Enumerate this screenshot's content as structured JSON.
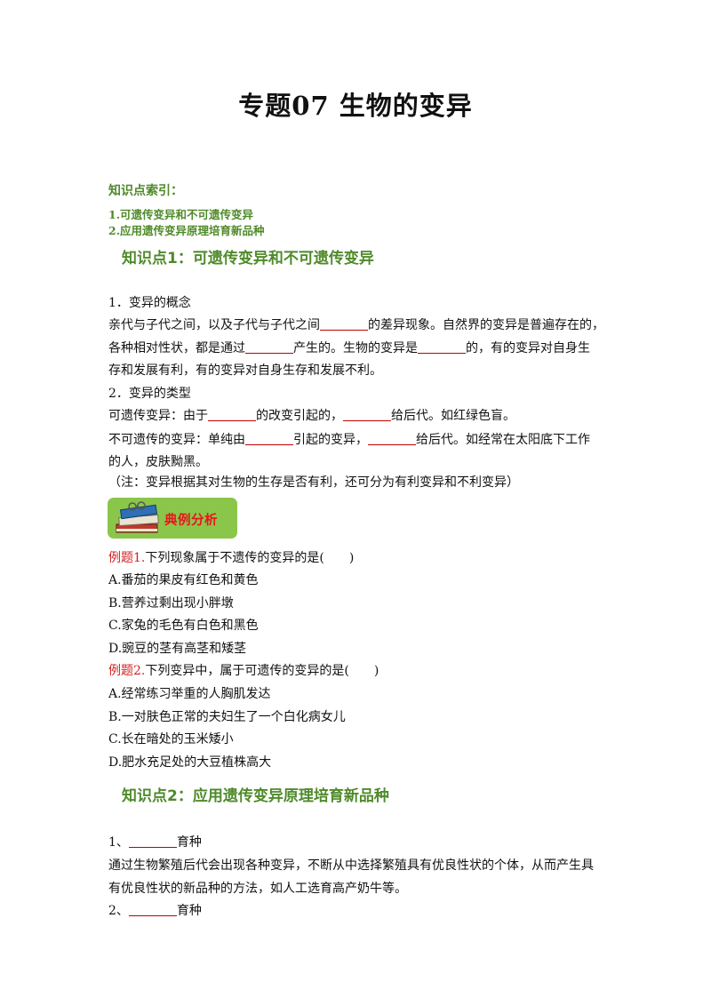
{
  "title": "专题07  生物的变异",
  "index": {
    "heading": "知识点索引：",
    "items": [
      "1.可遗传变异和不可遗传变异",
      "2.应用遗传变异原理培育新品种"
    ]
  },
  "section1": {
    "heading": "知识点1：可遗传变异和不可遗传变异",
    "concept_title": "1．变异的概念",
    "concept_l1_a": "亲代与子代之间，以及子代与子代之间",
    "concept_l1_b": "的差异现象。自然界的变异是普遍存在的，",
    "concept_l2_a": "各种相对性状，都是通过",
    "concept_l2_b": "产生的。生物的变异是",
    "concept_l2_c": "的，有的变异对自身生",
    "concept_l3": "存和发展有利，有的变异对自身生存和发展不利。",
    "types_title": "2．变异的类型",
    "heritable_a": "可遗传变异：由于",
    "heritable_b": "的改变引起的，",
    "heritable_c": "给后代。如红绿色盲。",
    "nonheritable_a": "不可遗传的变异：单纯由",
    "nonheritable_b": "引起的变异，",
    "nonheritable_c": "给后代。如经常在太阳底下工作",
    "nonheritable_l2": "的人，皮肤黝黑。",
    "note": "（注：变异根据其对生物的生存是否有利，还可分为有利变异和不利变异）"
  },
  "badge": {
    "label": "典例分析"
  },
  "examples": [
    {
      "tag": "例题1.",
      "question": "下列现象属于不遗传的变异的是(　　)",
      "options": [
        "A.番茄的果皮有红色和黄色",
        "B.营养过剩出现小胖墩",
        "C.家兔的毛色有白色和黑色",
        "D.豌豆的茎有高茎和矮茎"
      ]
    },
    {
      "tag": "例题2.",
      "question": "下列变异中，属于可遗传的变异的是(　　)",
      "options": [
        "A.经常练习举重的人胸肌发达",
        "B.一对肤色正常的夫妇生了一个白化病女儿",
        "C.长在暗处的玉米矮小",
        "D.肥水充足处的大豆植株高大"
      ]
    }
  ],
  "section2": {
    "heading": "知识点2：应用遗传变异原理培育新品种",
    "item1_num": "1、",
    "item1_suffix": "育种",
    "item1_desc_l1": "通过生物繁殖后代会出现各种变异，不断从中选择繁殖具有优良性状的个体，从而产生具",
    "item1_desc_l2": "有优良性状的新品种的方法，如人工选育高产奶牛等。",
    "item2_num": "2、",
    "item2_suffix": "育种"
  },
  "colors": {
    "heading_green": "#4f8a2a",
    "example_red": "#d42020",
    "badge_green": "#8ac64a",
    "badge_text": "#e8151d"
  }
}
